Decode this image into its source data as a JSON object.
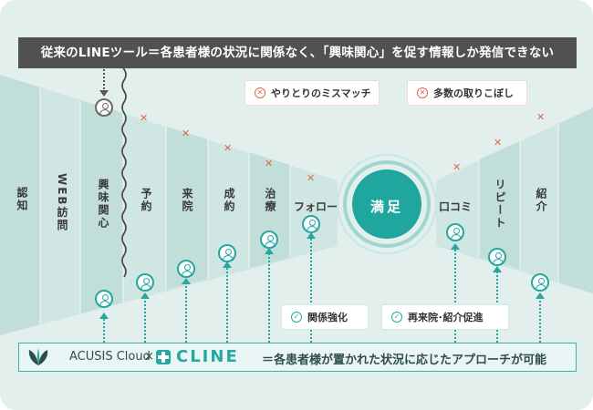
{
  "banner": {
    "text": "従来のLINEツール＝各患者様の状況に関係なく､「興味関心」を促す情報しか発信できない"
  },
  "stages": [
    {
      "key": "recognition",
      "label": "認知"
    },
    {
      "key": "web_visit",
      "label": "WEB訪問"
    },
    {
      "key": "interest",
      "label": "興味関心"
    },
    {
      "key": "reservation",
      "label": "予約"
    },
    {
      "key": "visit",
      "label": "来院"
    },
    {
      "key": "contract",
      "label": "成約"
    },
    {
      "key": "treatment",
      "label": "治療"
    },
    {
      "key": "follow",
      "label": "フォロー"
    },
    {
      "key": "satisfaction",
      "label": "満足"
    },
    {
      "key": "review",
      "label": "口コミ"
    },
    {
      "key": "repeat",
      "label": "リピート"
    },
    {
      "key": "referral",
      "label": "紹介"
    }
  ],
  "problems": [
    {
      "label": "やりとりのミスマッチ"
    },
    {
      "label": "多数の取りこぼし"
    }
  ],
  "solutions": [
    {
      "label": "関係強化"
    },
    {
      "label": "再来院･紹介促進"
    }
  ],
  "bottom": {
    "brand": "ACUSIS Cloud",
    "times": "×",
    "cline": "CLINE",
    "text": "＝各患者様が置かれた状況に応じたアプローチが可能"
  },
  "icons": {
    "cross": "cross-icon",
    "person": "person-icon",
    "check": "check-circle-icon",
    "x_circle": "x-circle-icon"
  },
  "colors": {
    "teal": "#26a7a0",
    "red": "#e06553",
    "banner_bg": "#515151",
    "background": "#e2efed"
  }
}
